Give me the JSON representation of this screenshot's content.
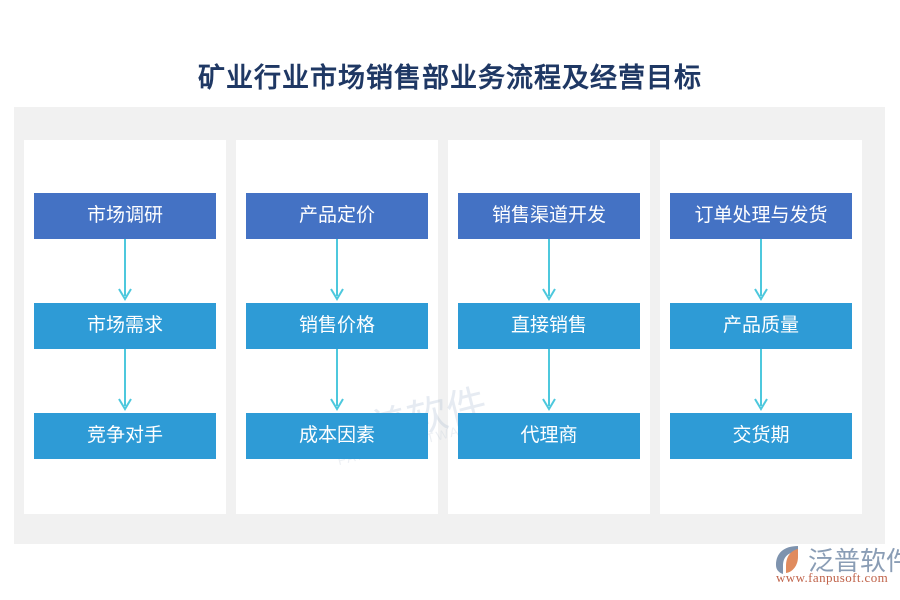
{
  "page": {
    "title": "矿业行业市场销售部业务流程及经营目标",
    "title_color": "#1f3864",
    "background_color": "#ffffff",
    "panel_color": "#f1f1f1",
    "column_color": "#ffffff"
  },
  "colors": {
    "node_level_0": "#4472c4",
    "node_level_1": "#2e9bd6",
    "node_level_2": "#2e9bd6",
    "arrow": "#4dc8dd",
    "logo_word": "#8a9db5",
    "logo_url": "#c0634a",
    "logo_mark_blue": "#7e93ae",
    "logo_mark_orange": "#e08b5e"
  },
  "flow": {
    "columns": [
      {
        "id": "market-research",
        "nodes": [
          {
            "label": "市场调研",
            "level": 0
          },
          {
            "label": "市场需求",
            "level": 1
          },
          {
            "label": "竞争对手",
            "level": 2
          }
        ]
      },
      {
        "id": "product-pricing",
        "nodes": [
          {
            "label": "产品定价",
            "level": 0
          },
          {
            "label": "销售价格",
            "level": 1
          },
          {
            "label": "成本因素",
            "level": 2
          }
        ]
      },
      {
        "id": "sales-channel",
        "nodes": [
          {
            "label": "销售渠道开发",
            "level": 0
          },
          {
            "label": "直接销售",
            "level": 1
          },
          {
            "label": "代理商",
            "level": 2
          }
        ]
      },
      {
        "id": "order-shipping",
        "nodes": [
          {
            "label": "订单处理与发货",
            "level": 0
          },
          {
            "label": "产品质量",
            "level": 1
          },
          {
            "label": "交货期",
            "level": 2
          }
        ]
      }
    ]
  },
  "logo": {
    "brand": "泛普软件",
    "url": "www.fanpusoft.com",
    "mark_name": "fanpu-leaf-logo-icon"
  },
  "watermark": {
    "brand": "泛普软件",
    "sub": "FANPU SOFTWARE"
  }
}
